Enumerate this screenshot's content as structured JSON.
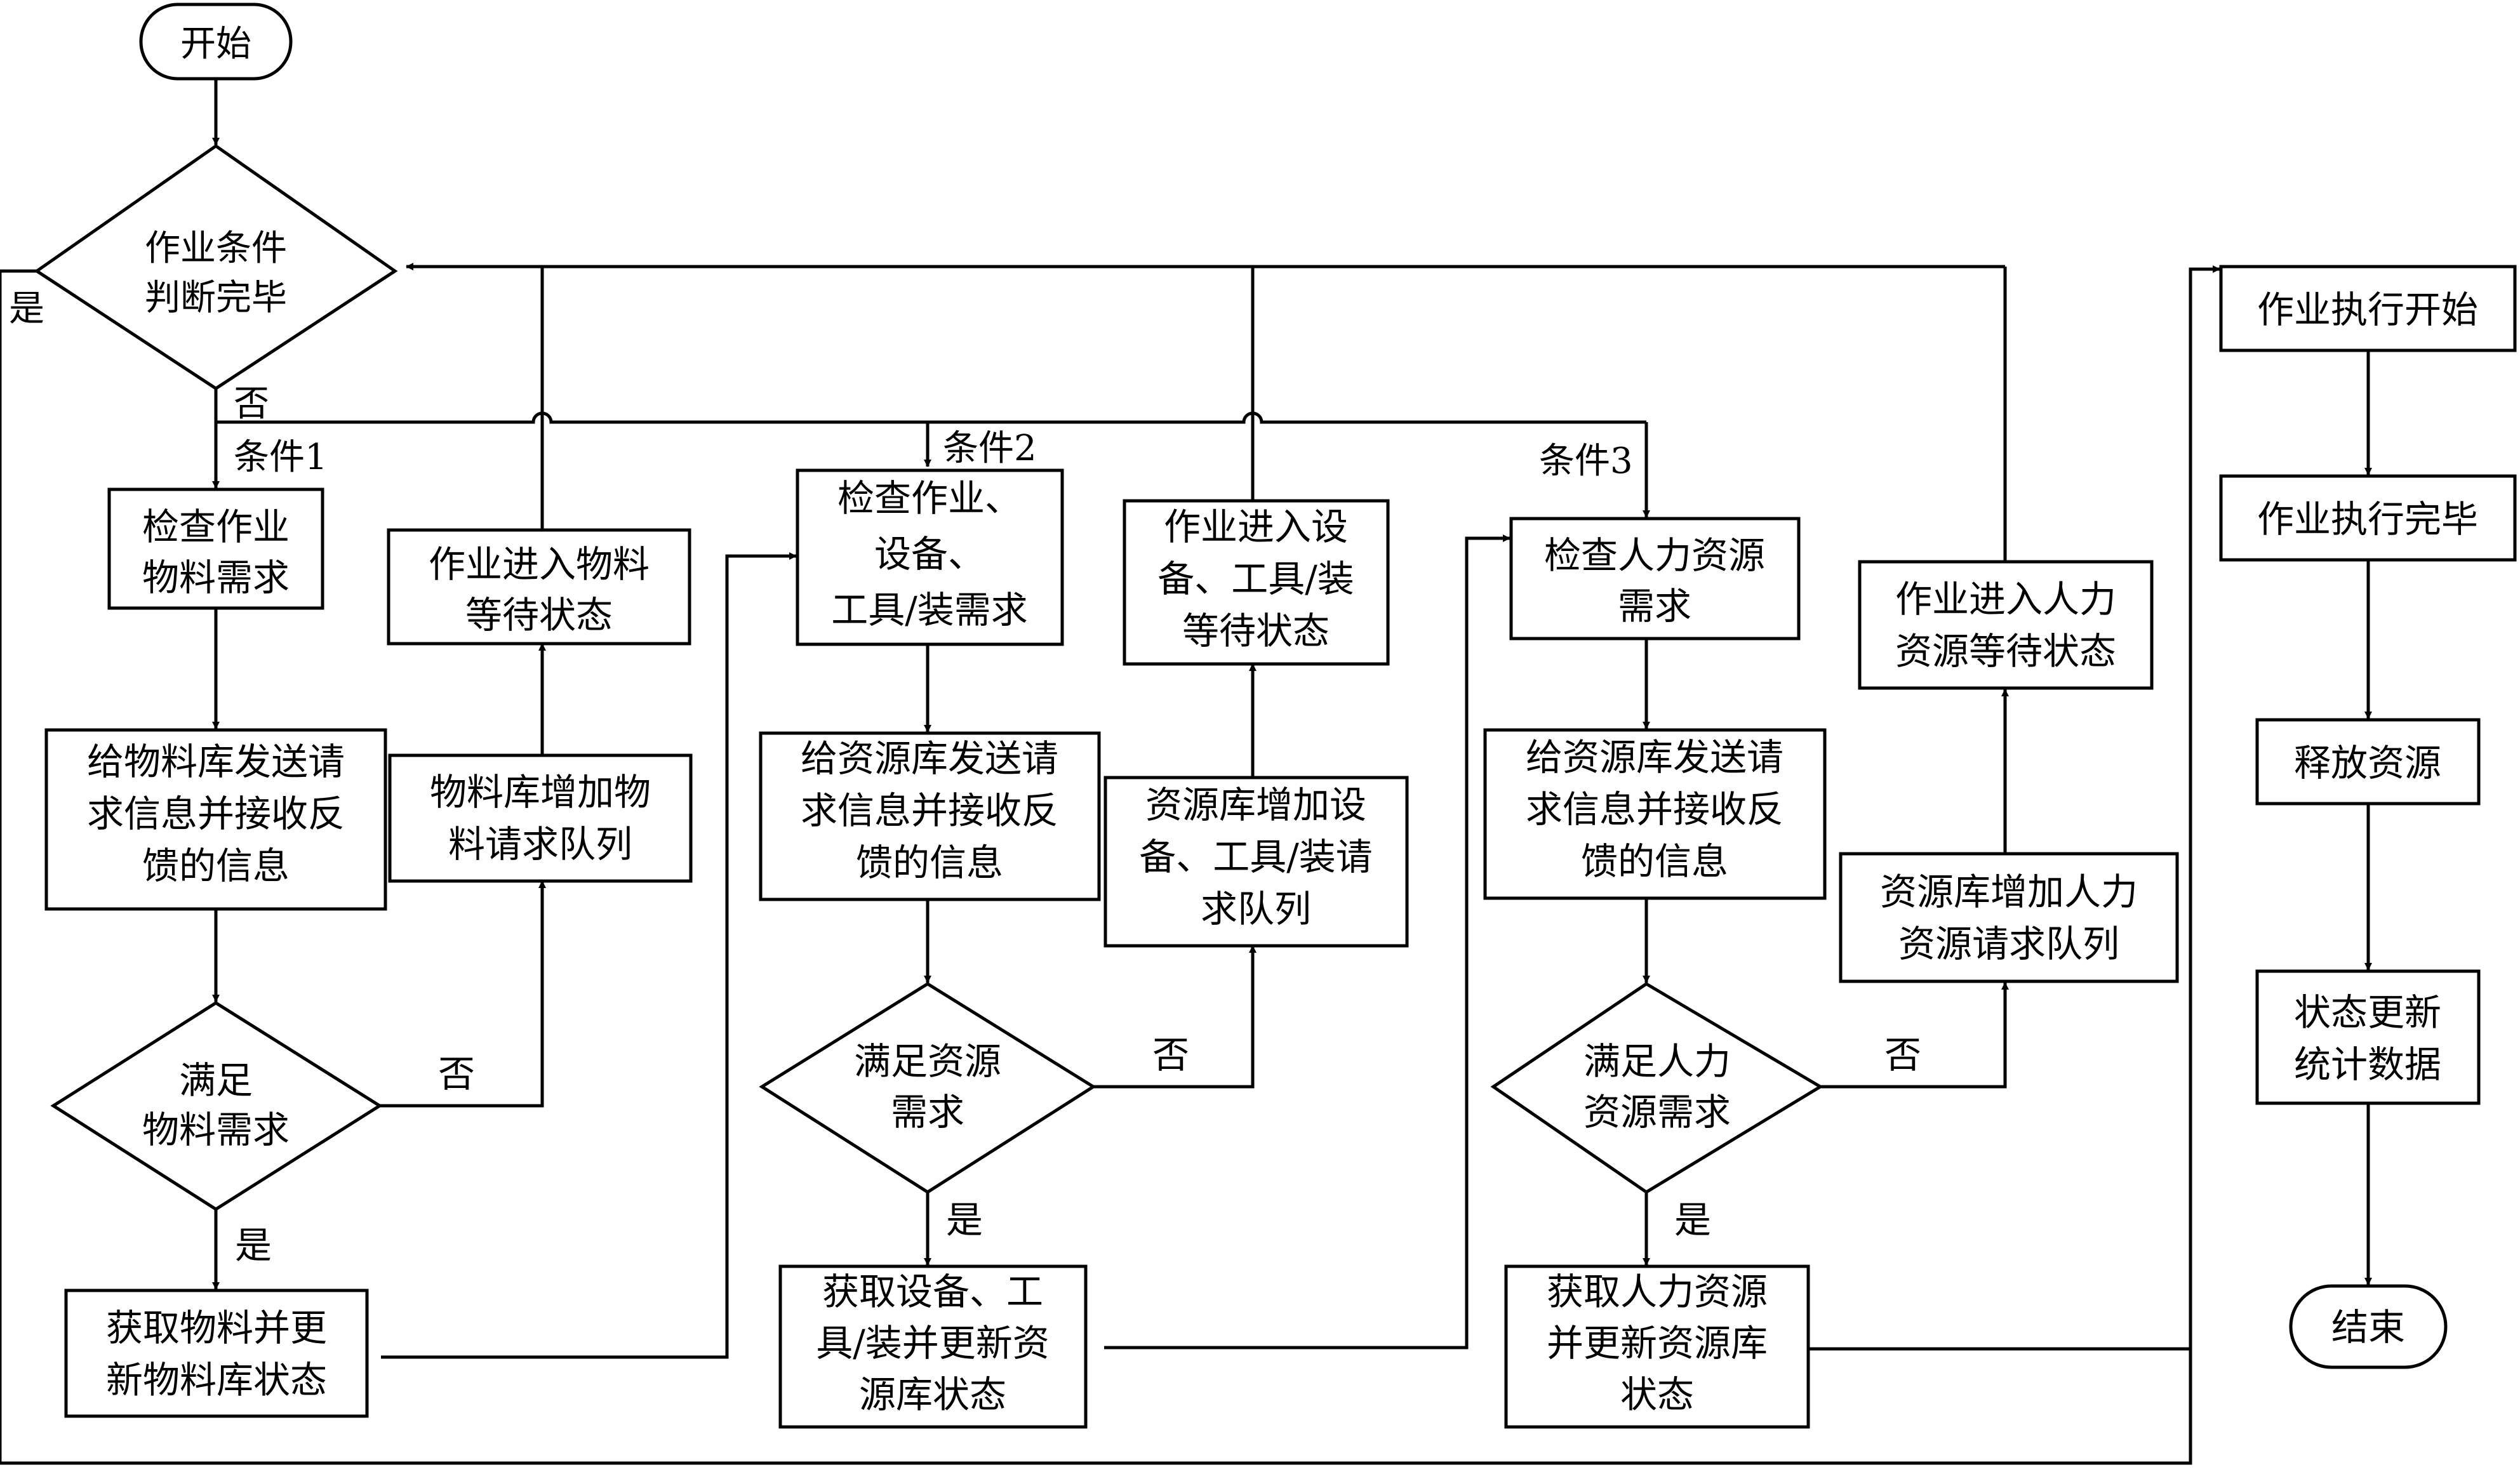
{
  "nodes": {
    "start": "开始",
    "decision_main": [
      "作业条件",
      "判断完毕"
    ],
    "check_material": [
      "检查作业",
      "物料需求"
    ],
    "wait_material": [
      "作业进入物料",
      "等待状态"
    ],
    "send_material": [
      "给物料库发送请",
      "求信息并接收反",
      "馈的信息"
    ],
    "queue_material": [
      "物料库增加物",
      "料请求队列"
    ],
    "decision_material": [
      "满足",
      "物料需求"
    ],
    "get_material": [
      "获取物料并更",
      "新物料库状态"
    ],
    "check_equipment": [
      "检查作业、",
      "设备、",
      "工具/装需求"
    ],
    "wait_equipment": [
      "作业进入设",
      "备、工具/装",
      "等待状态"
    ],
    "send_equipment": [
      "给资源库发送请",
      "求信息并接收反",
      "馈的信息"
    ],
    "queue_equipment": [
      "资源库增加设",
      "备、工具/装请",
      "求队列"
    ],
    "decision_equipment": [
      "满足资源",
      "需求"
    ],
    "get_equipment": [
      "获取设备、工",
      "具/装并更新资",
      "源库状态"
    ],
    "check_human": [
      "检查人力资源",
      "需求"
    ],
    "wait_human": [
      "作业进入人力",
      "资源等待状态"
    ],
    "send_human": [
      "给资源库发送请",
      "求信息并接收反",
      "馈的信息"
    ],
    "queue_human": [
      "资源库增加人力",
      "资源请求队列"
    ],
    "decision_human": [
      "满足人力",
      "资源需求"
    ],
    "get_human": [
      "获取人力资源",
      "并更新资源库",
      "状态"
    ],
    "exec_start": "作业执行开始",
    "exec_end": "作业执行完毕",
    "release": "释放资源",
    "update_stats": [
      "状态更新",
      "统计数据"
    ],
    "end": "结束"
  },
  "edge_labels": {
    "main_yes": "是",
    "main_no": "否",
    "cond1": "条件1",
    "cond2": "条件2",
    "cond3": "条件3",
    "material_no": "否",
    "material_yes": "是",
    "equipment_no": "否",
    "equipment_yes": "是",
    "human_no": "否",
    "human_yes": "是"
  }
}
